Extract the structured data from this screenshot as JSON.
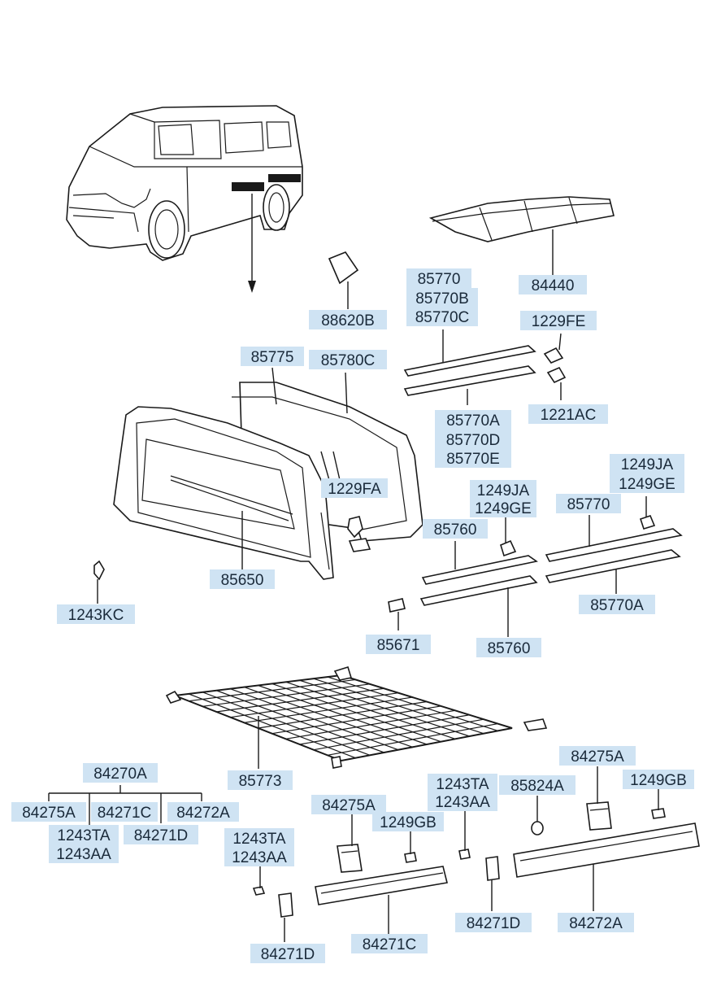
{
  "labels": {
    "l84440": "84440",
    "l88620B": "88620B",
    "l85770_1": "85770",
    "l85770B_1": "85770B",
    "l85770C_1": "85770C",
    "l1229FE": "1229FE",
    "l1221AC": "1221AC",
    "l85770A_1": "85770A",
    "l85770D": "85770D",
    "l85770E": "85770E",
    "l85775": "85775",
    "l85780C": "85780C",
    "l1229FA": "1229FA",
    "l85650": "85650",
    "l1243KC": "1243KC",
    "l1249JA_1": "1249JA",
    "l1249GE_1": "1249GE",
    "l85760_1": "85760",
    "l1249JA_2": "1249JA",
    "l1249GE_2": "1249GE",
    "l85770_2": "85770",
    "l85770A_2": "85770A",
    "l85671": "85671",
    "l85760_2": "85760",
    "l85773": "85773",
    "l84270A": "84270A",
    "l84275A_1": "84275A",
    "l84271C_1": "84271C",
    "l84272A_1": "84272A",
    "l1243TA_1": "1243TA",
    "l1243AA_1": "1243AA",
    "l84271D_1": "84271D",
    "l1243TA_2": "1243TA",
    "l1243AA_2": "1243AA",
    "l84271D_2": "84271D",
    "l84275A_2": "84275A",
    "l1249GB_1": "1249GB",
    "l84271C_2": "84271C",
    "l1243TA_3": "1243TA",
    "l1243AA_3": "1243AA",
    "l84271D_3": "84271D",
    "l85824A": "85824A",
    "l84275A_3": "84275A",
    "l1249GB_2": "1249GB",
    "l84272A_2": "84272A"
  },
  "colors": {
    "label_background": "#cfe3f3",
    "label_text": "#1a2a3a",
    "line_art": "#1a1a1a"
  }
}
